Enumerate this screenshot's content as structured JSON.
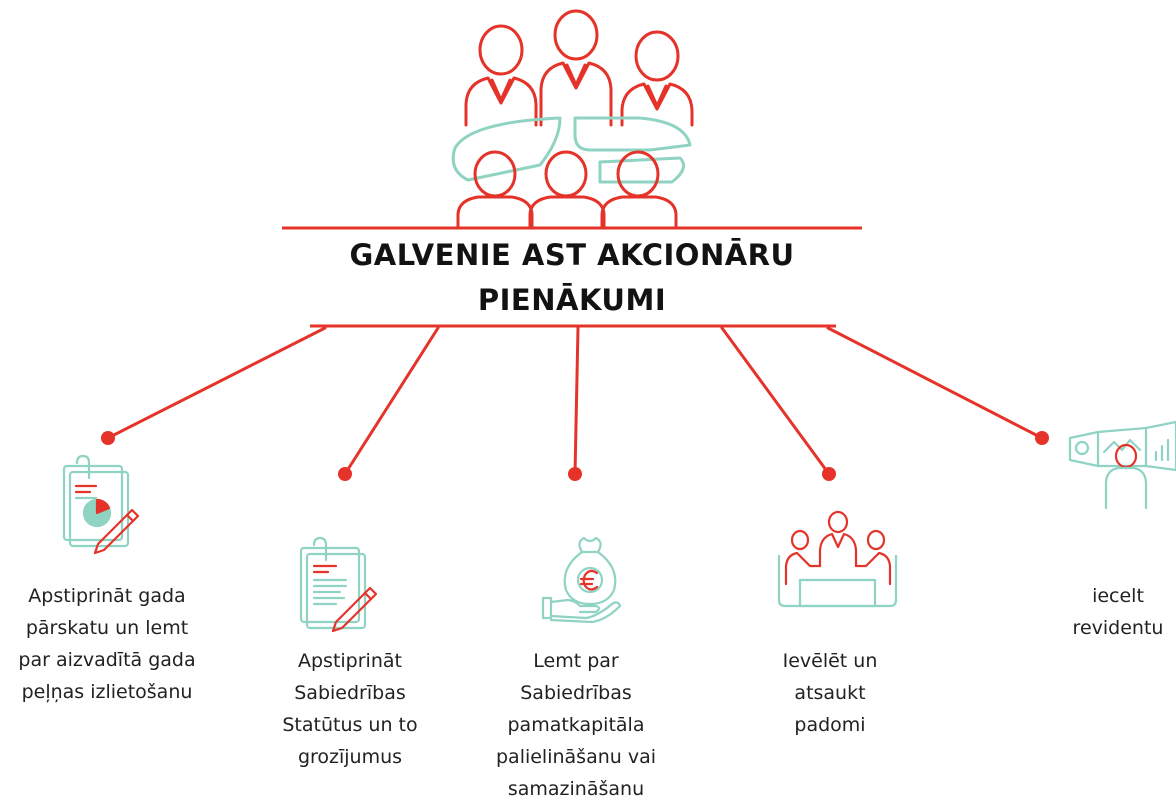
{
  "diagram": {
    "title_lines": [
      "GALVENIE AST AKCIONĀRU",
      "PIENĀKUMI"
    ],
    "colors": {
      "red": "#e5332a",
      "teal": "#8fd3c3",
      "text": "#121212"
    },
    "items": [
      {
        "icon": "report-chart-pen-icon",
        "lines": [
          "Apstiprināt gada",
          "pārskatu un lemt",
          "par aizvadītā gada",
          "peļņas izlietošanu"
        ]
      },
      {
        "icon": "document-pen-icon",
        "lines": [
          "Apstiprināt",
          "Sabiedrības",
          "Statūtus un to",
          "grozījumus"
        ]
      },
      {
        "icon": "money-bag-hand-icon",
        "lines": [
          "Lemt par",
          "Sabiedrības",
          "pamatkapitāla",
          "palielināšanu vai",
          "samazināšanu"
        ]
      },
      {
        "icon": "meeting-table-icon",
        "lines": [
          "Ievēlēt un",
          "atsaukt",
          "padomi"
        ]
      },
      {
        "icon": "person-screens-icon",
        "lines": [
          "iecelt",
          "revidentu"
        ]
      }
    ]
  }
}
